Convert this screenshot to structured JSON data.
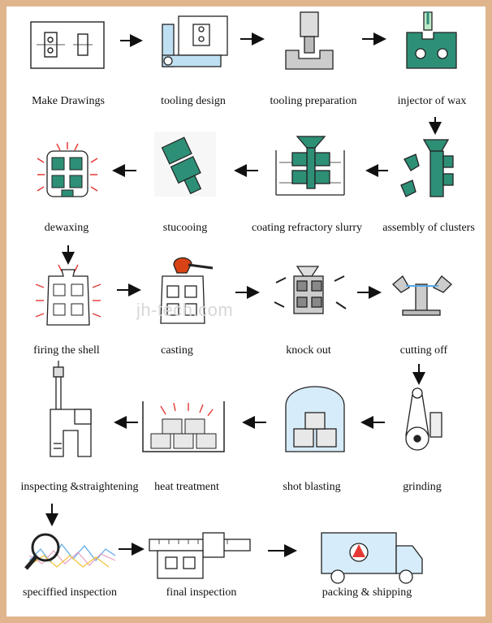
{
  "steps": [
    {
      "id": "make-drawings",
      "label": "Make Drawings"
    },
    {
      "id": "tooling-design",
      "label": "tooling design"
    },
    {
      "id": "tooling-preparation",
      "label": "tooling preparation"
    },
    {
      "id": "injector-of-wax",
      "label": "injector of wax"
    },
    {
      "id": "dewaxing",
      "label": "dewaxing"
    },
    {
      "id": "stucooing",
      "label": "stucooing"
    },
    {
      "id": "coating-refractory-slurry",
      "label": "coating refractory slurry"
    },
    {
      "id": "assembly-of-clusters",
      "label": "assembly of clusters"
    },
    {
      "id": "firing-the-shell",
      "label": "firing the shell"
    },
    {
      "id": "casting",
      "label": "casting"
    },
    {
      "id": "knock-out",
      "label": "knock out"
    },
    {
      "id": "cutting-off",
      "label": "cutting  off"
    },
    {
      "id": "inspecting-straightening",
      "label": "inspecting &straightening"
    },
    {
      "id": "heat-treatment",
      "label": "heat treatment"
    },
    {
      "id": "shot-blasting",
      "label": "shot blasting"
    },
    {
      "id": "grinding",
      "label": "grinding"
    },
    {
      "id": "specified-inspection",
      "label": "speciffied inspection"
    },
    {
      "id": "final-inspection",
      "label": "final inspection"
    },
    {
      "id": "packing-shipping",
      "label": "packing & shipping"
    }
  ],
  "watermark": "jh-tech.com",
  "colors": {
    "accent": "#2e8f77",
    "frame": "#e0b58e",
    "line": "#222222",
    "heat": "#e53935"
  }
}
